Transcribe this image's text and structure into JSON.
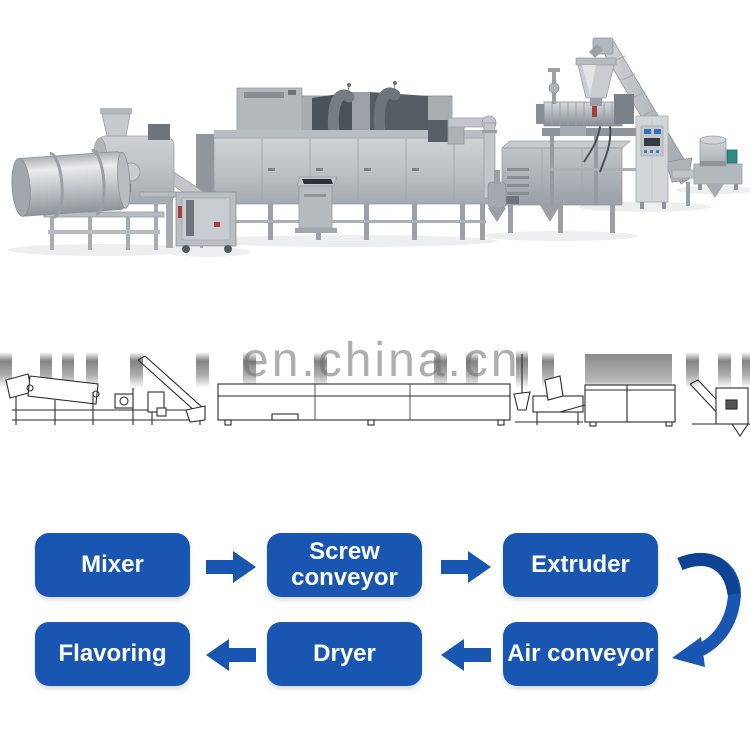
{
  "background_color": "#ffffff",
  "watermark": {
    "text": "en.china.cn",
    "color": "#a8a8a8"
  },
  "photo": {
    "caption": ""
  },
  "flowchart": {
    "box_color": "#1856b2",
    "arrow_color": "#1856b2",
    "text_color": "#ffffff",
    "boxes": [
      {
        "id": "mixer",
        "label": "Mixer",
        "row": 1,
        "col": 1
      },
      {
        "id": "screw-conveyor",
        "label": "Screw conveyor",
        "row": 1,
        "col": 2
      },
      {
        "id": "extruder",
        "label": "Extruder",
        "row": 1,
        "col": 3
      },
      {
        "id": "flavoring",
        "label": "Flavoring",
        "row": 2,
        "col": 1
      },
      {
        "id": "dryer",
        "label": "Dryer",
        "row": 2,
        "col": 2
      },
      {
        "id": "air-conveyor",
        "label": "Air conveyor",
        "row": 2,
        "col": 3
      }
    ],
    "flow_sequence": [
      "Mixer",
      "Screw conveyor",
      "Extruder",
      "Air conveyor",
      "Dryer",
      "Flavoring"
    ]
  }
}
